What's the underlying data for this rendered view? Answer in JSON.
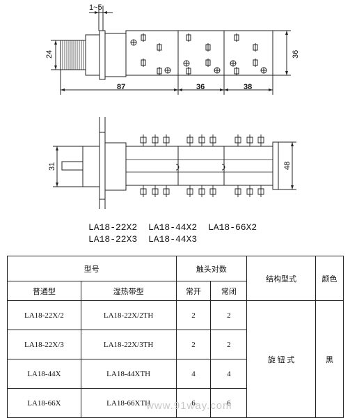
{
  "drawing": {
    "top_view": {
      "dim_gap": "1~5",
      "dim_height_left": "24",
      "dim_height_right": "36",
      "dim_length_1": "87",
      "dim_length_2": "36",
      "dim_length_3": "38"
    },
    "side_view": {
      "dim_height_left": "31",
      "dim_height_right": "48"
    }
  },
  "models": {
    "row1": [
      "LA18-22X2",
      "LA18-44X2",
      "LA18-66X2"
    ],
    "row2": [
      "LA18-22X3",
      "LA18-44X3"
    ]
  },
  "table": {
    "header_model": "型号",
    "header_contacts": "触头对数",
    "header_structure": "结构型式",
    "header_color": "颜色",
    "sub_normal": "普通型",
    "sub_humid": "湿热带型",
    "sub_no": "常开",
    "sub_nc": "常闭",
    "rows": [
      {
        "normal": "LA18-22X/2",
        "humid": "LA18-22X/2TH",
        "no": "2",
        "nc": "2"
      },
      {
        "normal": "LA18-22X/3",
        "humid": "LA18-22X/3TH",
        "no": "2",
        "nc": "2"
      },
      {
        "normal": "LA18-44X",
        "humid": "LA18-44XTH",
        "no": "4",
        "nc": "4"
      },
      {
        "normal": "LA18-66X",
        "humid": "LA18-66XTH",
        "no": "6",
        "nc": "6"
      }
    ],
    "structure_value": "旋 钮 式",
    "color_value": "黑"
  },
  "watermark": "www.91way.com"
}
